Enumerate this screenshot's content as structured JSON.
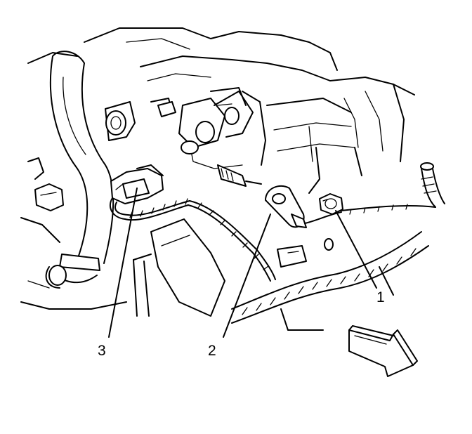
{
  "diagram": {
    "callouts": [
      {
        "id": "1",
        "label": "1",
        "part": "nut"
      },
      {
        "id": "2",
        "label": "2",
        "part": "terminal"
      },
      {
        "id": "3",
        "label": "3",
        "part": "connector"
      }
    ]
  },
  "colors": {
    "stroke": "#000000",
    "background": "#ffffff"
  },
  "icons": {
    "direction_arrow": "front-arrow-icon"
  }
}
